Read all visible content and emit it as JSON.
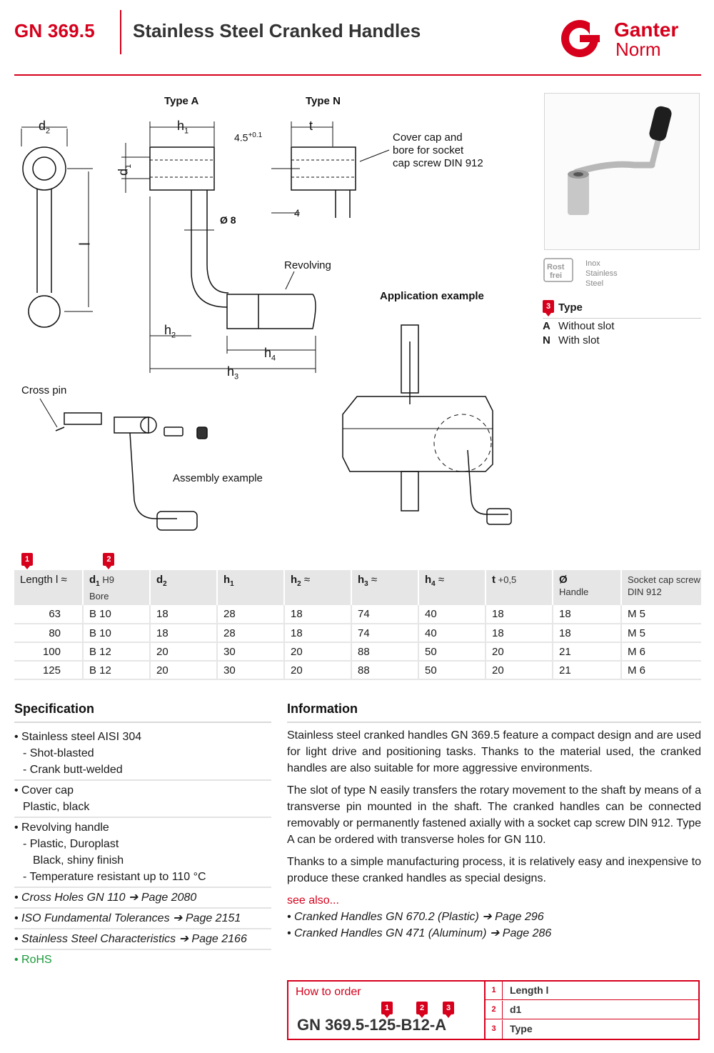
{
  "header": {
    "code": "GN 369.5",
    "title": "Stainless Steel Cranked Handles",
    "logo_line1": "Ganter",
    "logo_line2": "Norm"
  },
  "drawing_labels": {
    "type_a": "Type A",
    "type_n": "Type N",
    "d2": "d",
    "d2_sub": "2",
    "h1": "h",
    "h1_sub": "1",
    "t": "t",
    "tol": "4.5",
    "tol_sup": "+0.1",
    "d1": "d",
    "d1_sub": "1",
    "four": "4",
    "dia8": "Ø 8",
    "l": "l",
    "cover_cap": "Cover cap and",
    "cover_cap2": "bore for socket",
    "cover_cap3": "cap screw DIN 912",
    "revolving": "Revolving",
    "h2": "h",
    "h2_sub": "2",
    "h4": "h",
    "h4_sub": "4",
    "h3": "h",
    "h3_sub": "3",
    "application": "Application example",
    "cross_pin": "Cross pin",
    "assembly": "Assembly example"
  },
  "sidebar": {
    "rost1": "Rost",
    "rost2": "frei",
    "inox": [
      "Inox",
      "Stainless",
      "Steel"
    ],
    "type_badge": "3",
    "type_title": "Type",
    "types": [
      {
        "key": "A",
        "label": "Without slot"
      },
      {
        "key": "N",
        "label": "With slot"
      }
    ]
  },
  "table": {
    "badge1": "1",
    "badge2": "2",
    "headers": [
      {
        "main": "Length l ≈",
        "sub": ""
      },
      {
        "main": "d",
        "sup": "1",
        "extra": " H9",
        "sub": "Bore"
      },
      {
        "main": "d",
        "sup": "2",
        "extra": "",
        "sub": ""
      },
      {
        "main": "h",
        "sup": "1",
        "extra": "",
        "sub": ""
      },
      {
        "main": "h",
        "sup": "2",
        "extra": " ≈",
        "sub": ""
      },
      {
        "main": "h",
        "sup": "3",
        "extra": " ≈",
        "sub": ""
      },
      {
        "main": "h",
        "sup": "4",
        "extra": " ≈",
        "sub": ""
      },
      {
        "main": "t",
        "sup": "",
        "extra": " +0,5",
        "sub": ""
      },
      {
        "main": "Ø",
        "sup": "",
        "extra": "",
        "sub": "Handle"
      },
      {
        "main": "Socket cap screw",
        "sub": "DIN 912"
      }
    ],
    "rows": [
      [
        "63",
        "B 10",
        "18",
        "28",
        "18",
        "74",
        "40",
        "18",
        "18",
        "M 5"
      ],
      [
        "80",
        "B 10",
        "18",
        "28",
        "18",
        "74",
        "40",
        "18",
        "18",
        "M 5"
      ],
      [
        "100",
        "B 12",
        "20",
        "30",
        "20",
        "88",
        "50",
        "20",
        "21",
        "M 6"
      ],
      [
        "125",
        "B 12",
        "20",
        "30",
        "20",
        "88",
        "50",
        "20",
        "21",
        "M 6"
      ]
    ]
  },
  "specification": {
    "title": "Specification",
    "items": [
      "• Stainless steel AISI 304",
      "- Shot-blasted",
      "- Crank butt-welded",
      "• Cover cap",
      "Plastic, black",
      "• Revolving handle",
      "- Plastic, Duroplast",
      "Black, shiny finish",
      "- Temperature resistant up to 110 °C",
      "• Cross Holes GN 110 ➔ Page 2080",
      "• ISO Fundamental Tolerances ➔ Page 2151",
      "• Stainless Steel Characteristics ➔ Page 2166",
      "• RoHS"
    ]
  },
  "information": {
    "title": "Information",
    "p1": "Stainless steel cranked handles GN 369.5 feature a compact design and are used for light drive and positioning tasks. Thanks to the material used, the cranked handles are also suitable for more aggressive environments.",
    "p2": "The slot of type N easily transfers the rotary movement to the shaft by means of a transverse pin mounted in the shaft. The cranked handles can be connected removably or permanently fastened axially with a socket cap screw DIN 912. Type A can be ordered with transverse holes for GN 110.",
    "p3": "Thanks to a simple manufacturing process, it is relatively easy and inexpensive to produce these cranked handles as special designs.",
    "see_also": "see also...",
    "links": [
      "• Cranked Handles GN 670.2 (Plastic) ➔ Page 296",
      "• Cranked Handles GN 471 (Aluminum) ➔ Page 286"
    ]
  },
  "order": {
    "title": "How to order",
    "code": "GN 369.5-125-B12-A",
    "badges": [
      "1",
      "2",
      "3"
    ],
    "rows": [
      {
        "n": "1",
        "label": "Length l"
      },
      {
        "n": "2",
        "label": "d1"
      },
      {
        "n": "3",
        "label": "Type"
      }
    ]
  },
  "colors": {
    "brand_red": "#d6001c",
    "rohs_green": "#1a9a3a",
    "table_header": "#e6e6e6"
  }
}
